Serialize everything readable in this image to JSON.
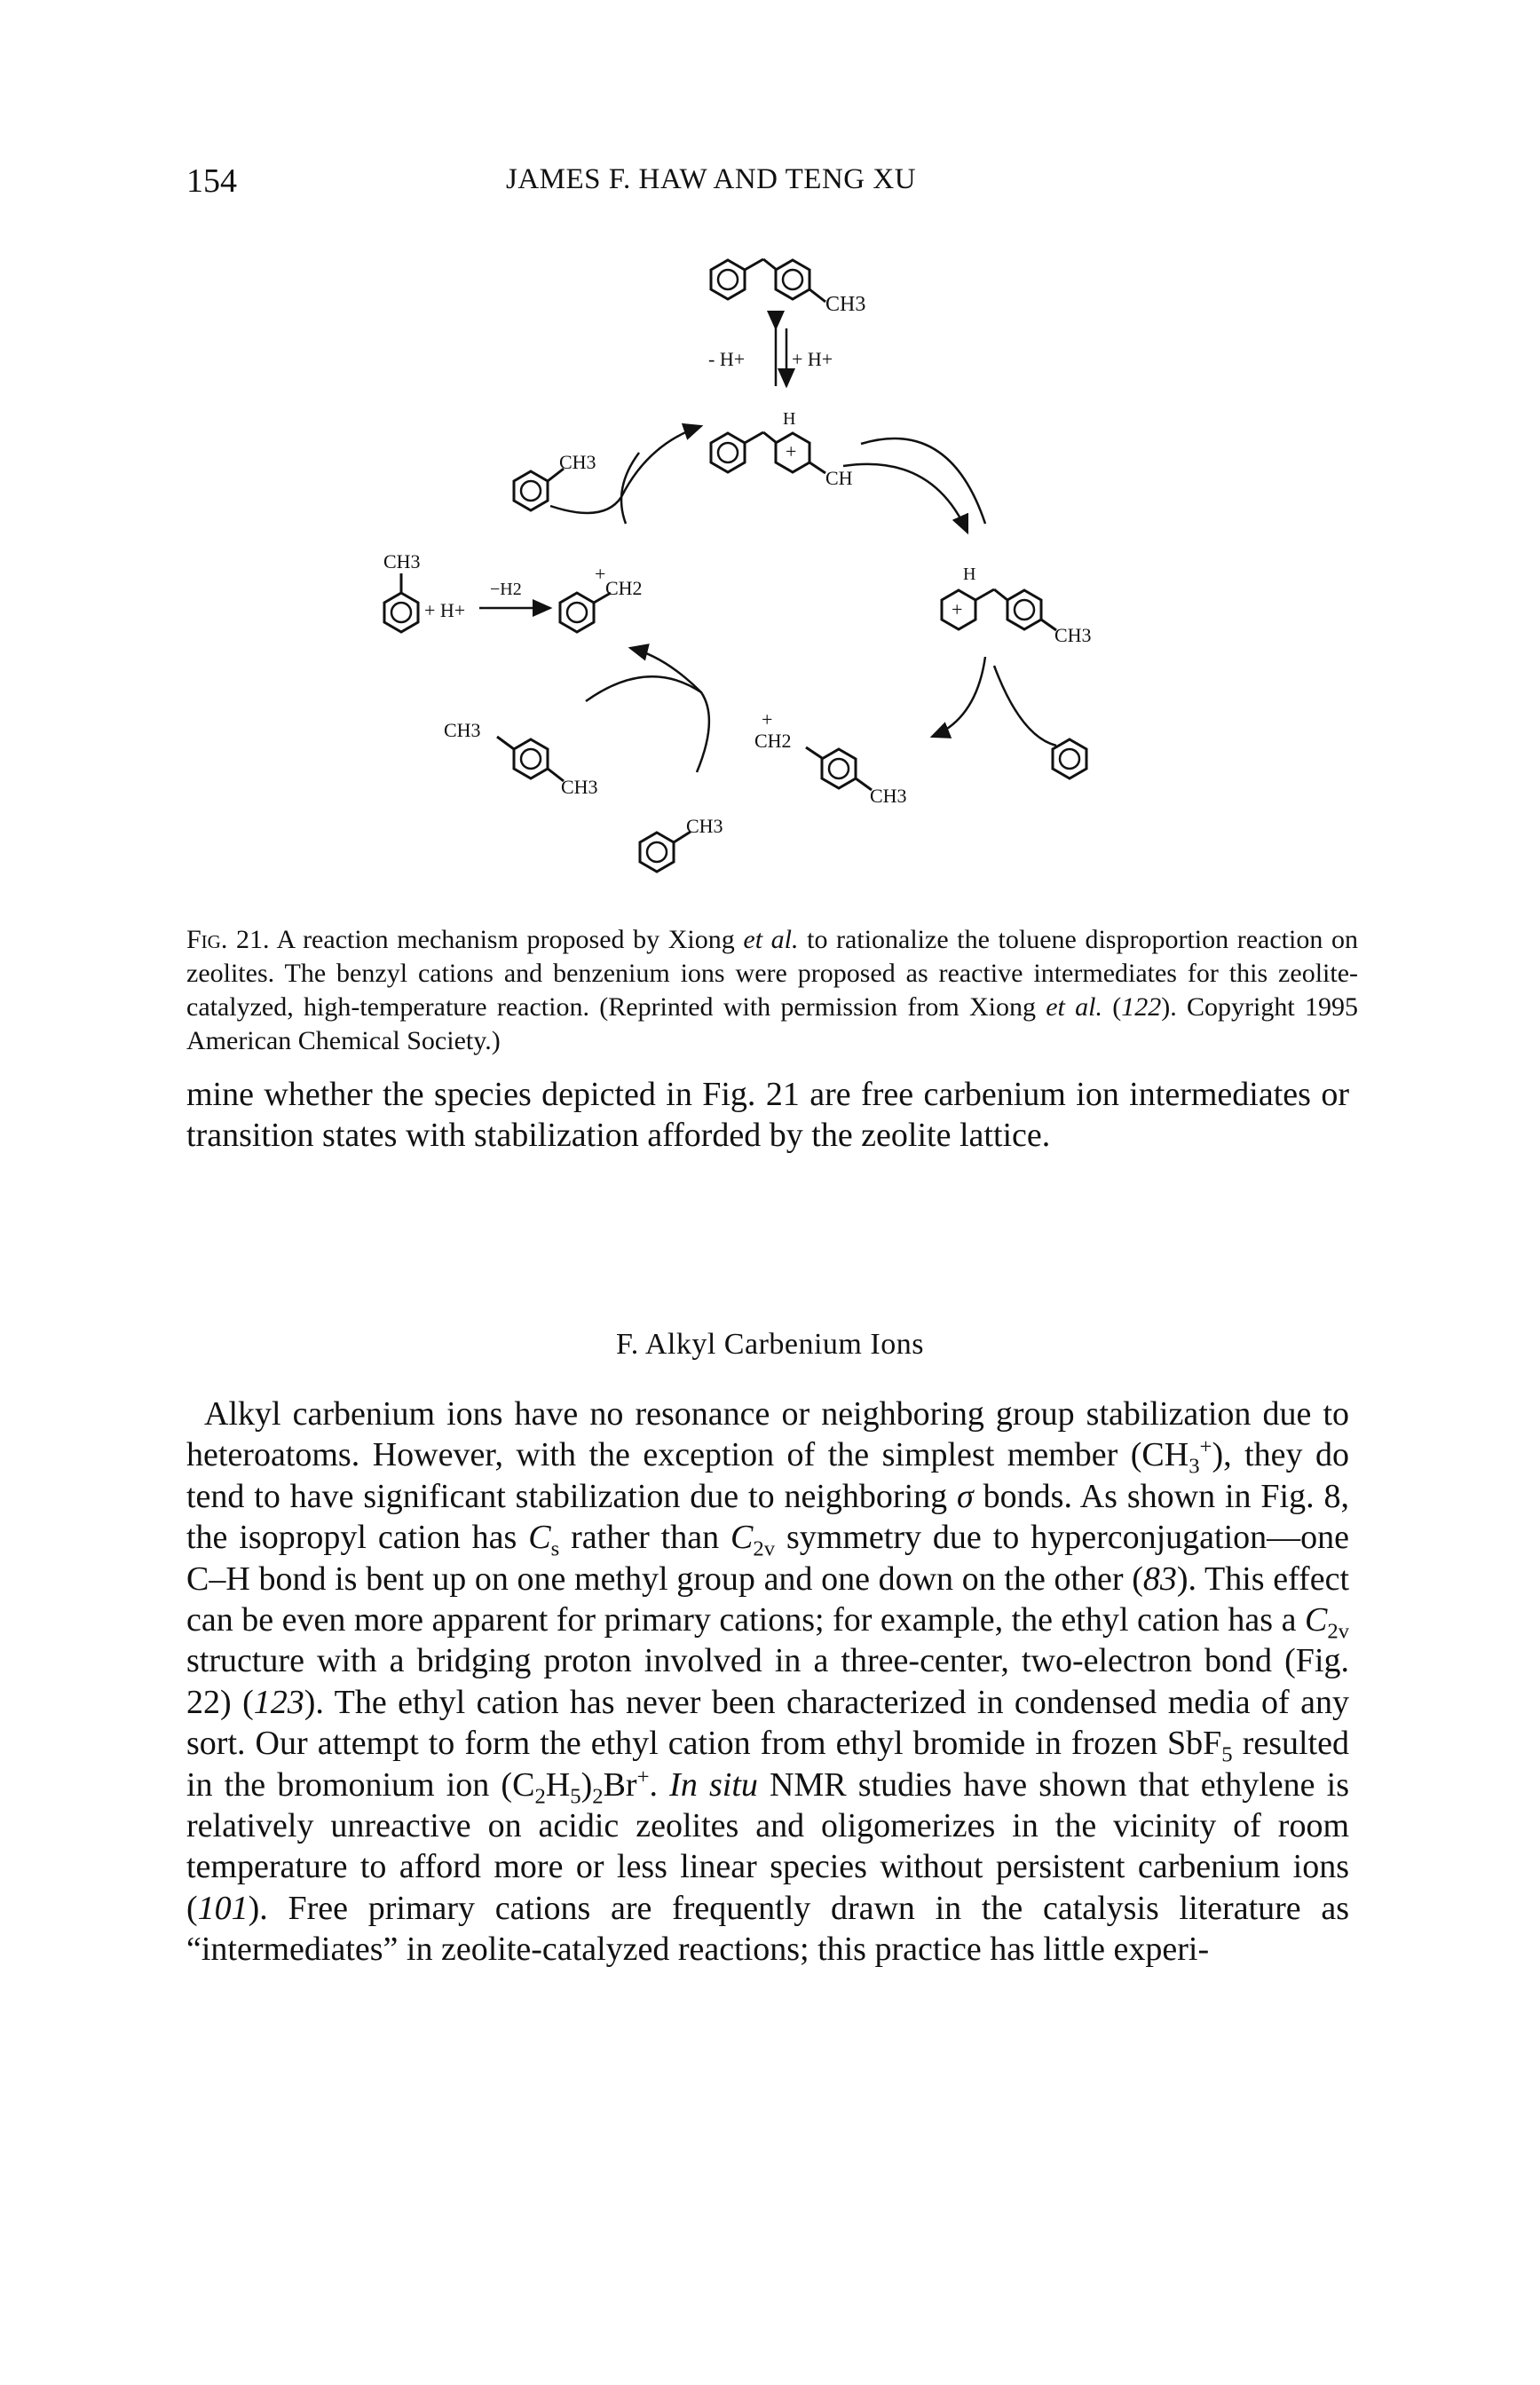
{
  "header": {
    "page_number": "154",
    "running_head": "JAMES F. HAW AND TENG XU"
  },
  "figure": {
    "labels": {
      "ch3": "CH3",
      "ch2": "CH2",
      "h": "H",
      "ch": "CH",
      "plus": "+",
      "minus_h_plus": "- H+",
      "plus_h_plus": "+ H+",
      "plus_h_plus_left": "+ H+",
      "minus_h2": "−H2"
    }
  },
  "caption": {
    "label": "Fig. 21.",
    "t1": "A reaction mechanism proposed by Xiong ",
    "etal1": "et al.",
    "t2": " to rationalize the toluene disproportion reaction on zeolites. The benzyl cations and benzenium ions were proposed as reactive intermediates for this zeolite-catalyzed, high-temperature reaction. (Reprinted with permission from Xiong ",
    "etal2": "et al.",
    "t3": " (",
    "ref": "122",
    "t4": "). Copyright 1995 American Chemical Society.)"
  },
  "paragraph1": "mine whether the species depicted in Fig. 21 are free carbenium ion intermediates or transition states with stabilization afforded by the zeolite lattice.",
  "section_heading": "F. Alkyl Carbenium Ions",
  "paragraph2": {
    "a": "Alkyl carbenium ions have no resonance or neighboring group stabilization due to heteroatoms. However, with the exception of the simplest member (CH",
    "ch3_sub": "3",
    "ch3_sup": "+",
    "b": "), they do tend to have significant stabilization due to neighboring ",
    "sigma": "σ",
    "c": " bonds. As shown in Fig. 8, the isopropyl cation has ",
    "cs": "C",
    "cs_sub": "s",
    "d": " rather than ",
    "c2v1": "C",
    "c2v1_sub": "2v",
    "e": " symmetry due to hyperconjugation—one C–H bond is bent up on one methyl group and one down on the other (",
    "ref83": "83",
    "f": "). This effect can be even more apparent for primary cations; for example, the ethyl cation has a ",
    "c2v2": "C",
    "c2v2_sub": "2v",
    "g": " structure with a bridging proton involved in a three-center, two-electron bond (Fig. 22) (",
    "ref123": "123",
    "h": "). The ethyl cation has never been characterized in condensed media of any sort. Our attempt to form the ethyl cation from ethyl bromide in frozen SbF",
    "sbf_sub": "5",
    "i": " resulted in the bromonium ion (C",
    "c2_sub": "2",
    "j": "H",
    "h5_sub": "5",
    "k": ")",
    "two_sub": "2",
    "l": "Br",
    "br_sup": "+",
    "m": ". ",
    "insitu": "In situ",
    "n": " NMR studies have shown that ethylene is relatively unreactive on acidic zeolites and oligomerizes in the vicinity of room temperature to afford more or less linear species without persistent carbenium ions (",
    "ref101": "101",
    "o": "). Free primary cations are frequently drawn in the catalysis literature as “intermediates” in zeolite-catalyzed reactions; this practice has little experi-"
  }
}
